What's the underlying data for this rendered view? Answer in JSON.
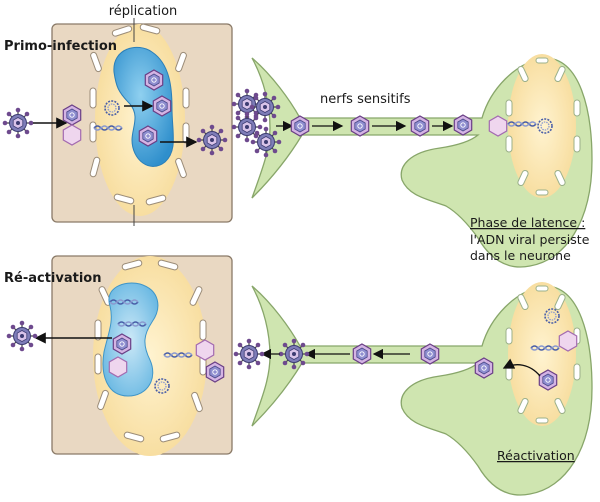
{
  "labels": {
    "replication": "réplication",
    "primo_infection": "Primo-infection",
    "nerfs_sensitifs": "nerfs sensitifs",
    "latence_title": "Phase de latence :",
    "latence_line1": "l'ADN viral persiste",
    "latence_line2": "dans le neurone",
    "reactivation_title": "Ré-activation",
    "reactivation_caption": "Réactivation"
  },
  "colors": {
    "cell_fill": "#e9d8c2",
    "cell_stroke": "#8a7a68",
    "cytoplasm": "#fbe7b3",
    "nucleus": "#3aa3d8",
    "neuron_fill": "#cfe5b0",
    "neuron_stroke": "#88a66a",
    "virus": "#6b6aa8",
    "capsid": "#cfa5d8",
    "arrow": "#111111"
  },
  "icons": {
    "virion": "virion-icon",
    "capsid": "capsid-icon",
    "dna": "dna-icon",
    "circular_dna": "circular-dna-icon"
  }
}
